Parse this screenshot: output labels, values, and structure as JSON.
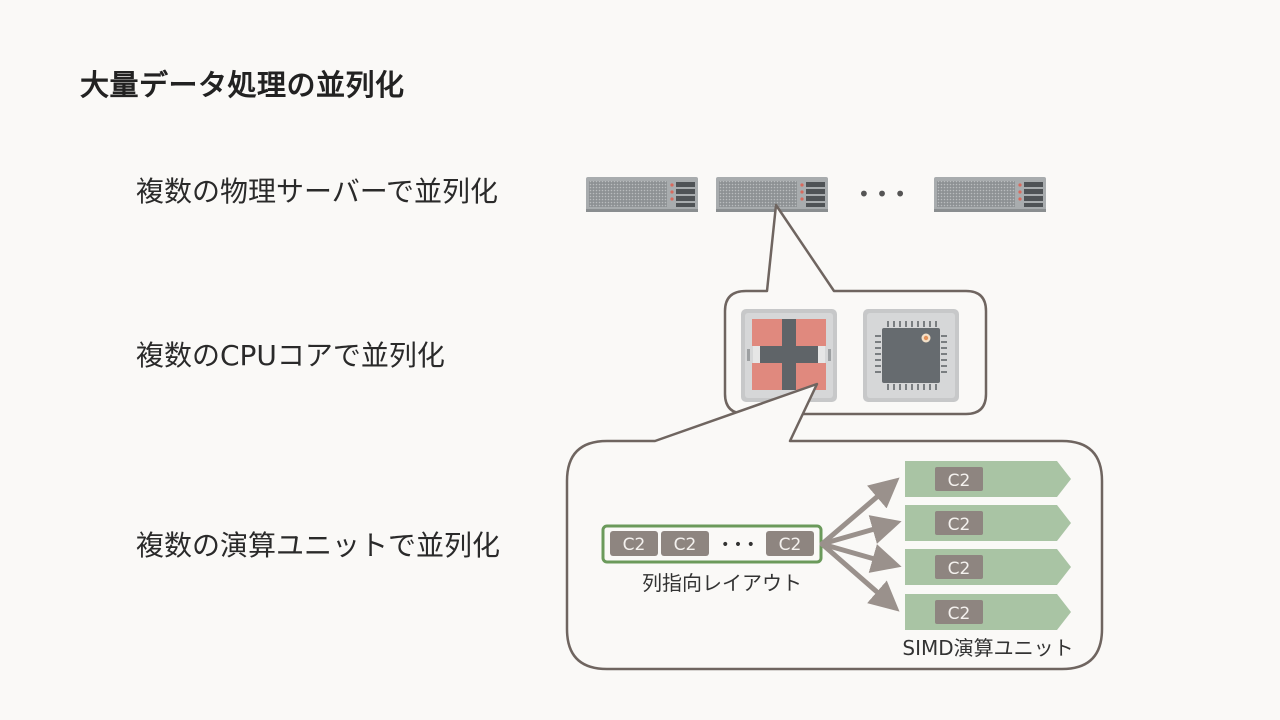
{
  "title": "大量データ処理の並列化",
  "rows": [
    {
      "label": "複数の物理サーバーで並列化"
    },
    {
      "label": "複数のCPUコアで並列化"
    },
    {
      "label": "複数の演算ユニットで並列化"
    }
  ],
  "servers": {
    "ellipsis": "• • •"
  },
  "simd": {
    "register_cells": [
      "C2",
      "C2",
      "C2"
    ],
    "register_ellipsis": "• • •",
    "register_caption": "列指向レイアウト",
    "unit_labels": [
      "C2",
      "C2",
      "C2",
      "C2"
    ],
    "units_caption": "SIMD演算ユニット"
  },
  "colors": {
    "background": "#faf9f7",
    "callout_stroke": "#6f6560",
    "server_body": "#a8acae",
    "cpu_core_highlight": "#e0897e",
    "register_cell": "#8e8580",
    "register_border": "#6b9a5b",
    "simd_unit": "#a9c4a4",
    "arrow": "#9a918c"
  }
}
